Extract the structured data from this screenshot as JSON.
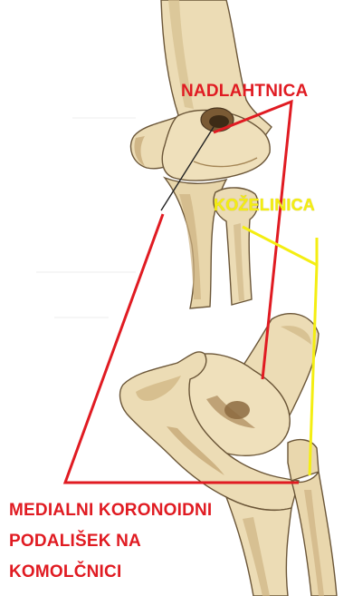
{
  "labels": {
    "humerus": "NADLAHTNICA",
    "radius": "KOŽELINICA",
    "coronoid_line1": "MEDIALNI KORONOIDNI",
    "coronoid_line2": "PODALIŠEK NA",
    "coronoid_line3": "KOMOLČNICI"
  },
  "colors": {
    "label_red": "#e01b22",
    "label_yellow": "#f4ee12",
    "bone": "#ecdcb5",
    "bone_shadow": "#b99b6a",
    "outline": "#6b5638",
    "background": "#ffffff"
  }
}
